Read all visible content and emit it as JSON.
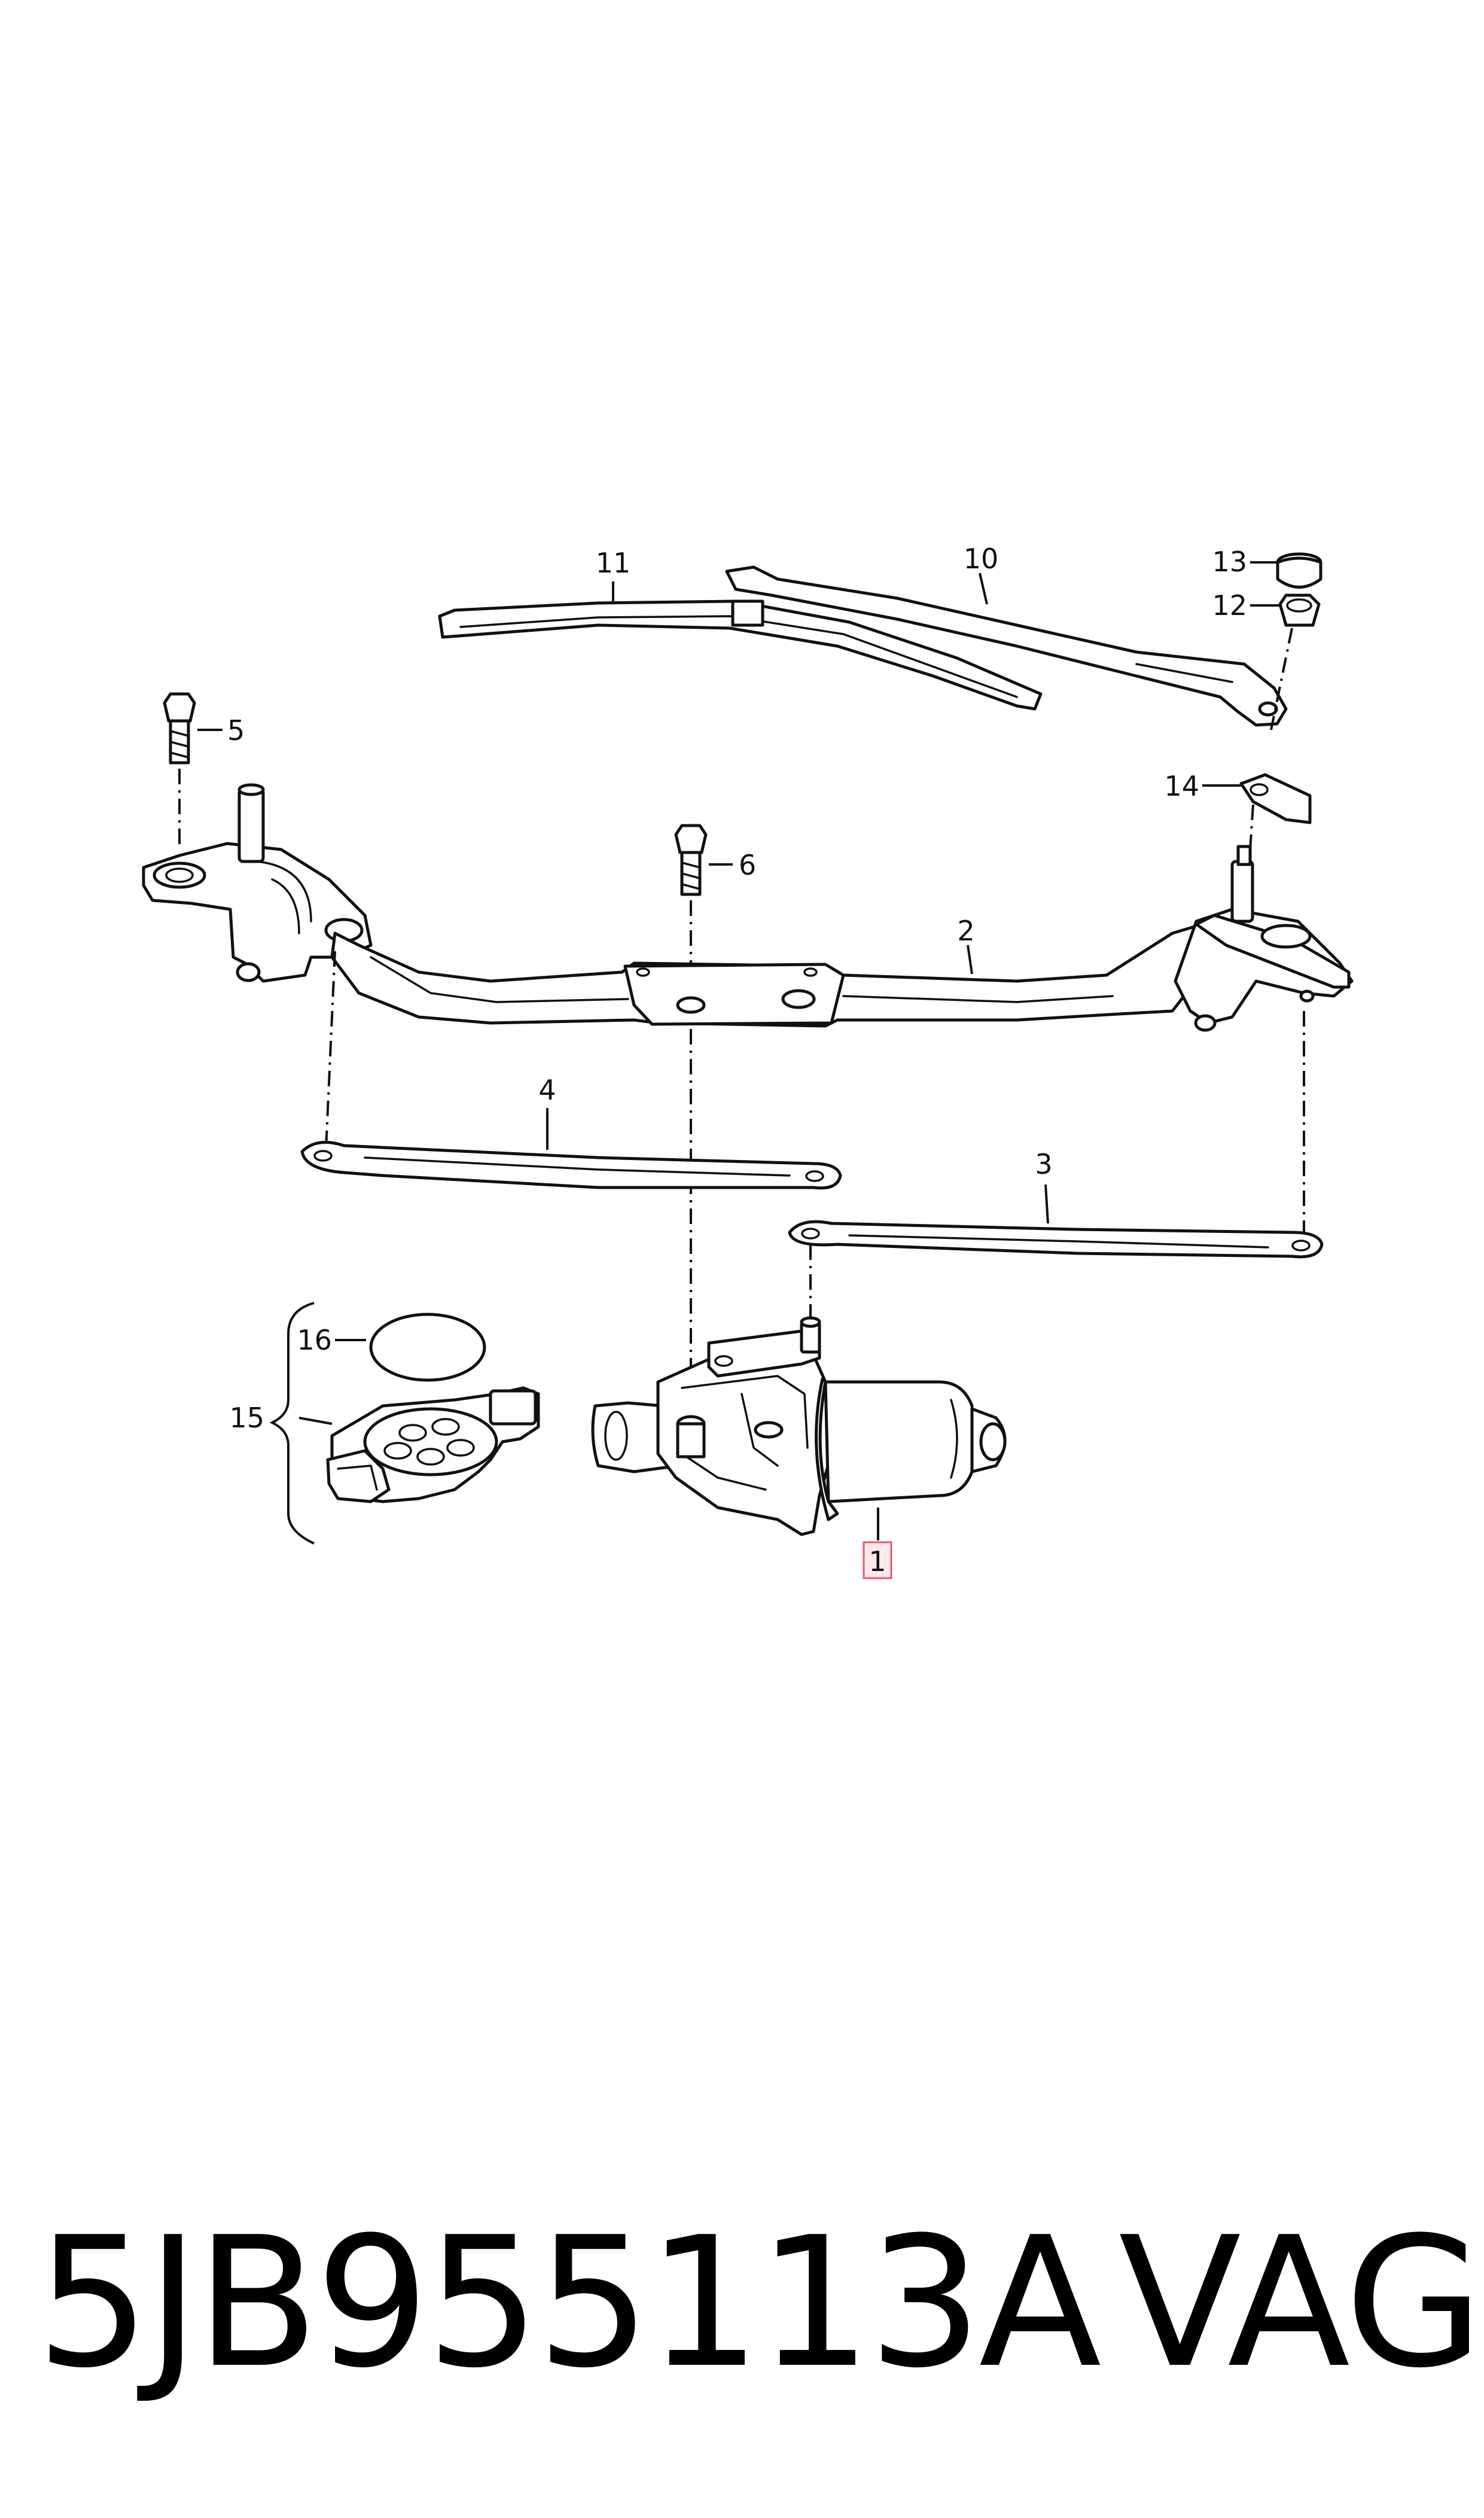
{
  "callouts": {
    "c1": "1",
    "c2": "2",
    "c3": "3",
    "c4": "4",
    "c5": "5",
    "c6": "6",
    "c10": "10",
    "c11": "11",
    "c12": "12",
    "c13": "13",
    "c14": "14",
    "c15": "15",
    "c16": "16"
  },
  "highlight_color": "#e05a6a",
  "footer": {
    "part_number": "5JB955113A",
    "brand": "VAG"
  }
}
